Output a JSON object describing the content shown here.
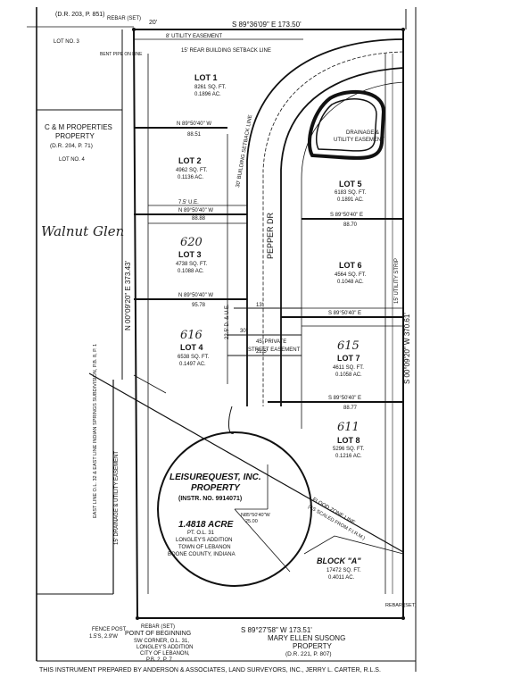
{
  "header": {
    "top_ref": "(D.R. 203, P. 851)",
    "rebar_top": "REBAR (SET)",
    "dim_20": "20'",
    "top_bearing": "S 89°36'09\" E 173.50'",
    "lot_3": "LOT NO. 3",
    "bent_pipe": "BENT PIPE ON LINE",
    "util_easement_top": "8' UTILITY EASEMENT",
    "rear_setback_top": "15' REAR BUILDING SETBACK LINE"
  },
  "neighbors": {
    "cm_owner": "C & M PROPERTIES",
    "cm_prop": "PROPERTY",
    "cm_ref": "(D.R. 204, P. 71)",
    "lot_4": "LOT NO. 4",
    "walnut_glen": "Walnut Glen",
    "susong_owner": "MARY ELLEN SUSONG",
    "susong_prop": "PROPERTY",
    "susong_ref": "(D.R. 221, P. 807)"
  },
  "lots": [
    {
      "name": "LOT 1",
      "area": "8261 SQ. FT.",
      "acres": "0.1896 AC."
    },
    {
      "name": "LOT 2",
      "area": "4962 SQ. FT.",
      "acres": "0.1136 AC."
    },
    {
      "name": "LOT 3",
      "area": "4738 SQ. FT.",
      "acres": "0.1088 AC."
    },
    {
      "name": "LOT 4",
      "area": "6538 SQ. FT.",
      "acres": "0.1497 AC."
    },
    {
      "name": "LOT 5",
      "area": "6183 SQ. FT.",
      "acres": "0.1891 AC."
    },
    {
      "name": "LOT 6",
      "area": "4564 SQ. FT.",
      "acres": "0.1048 AC."
    },
    {
      "name": "LOT 7",
      "area": "4611 SQ. FT.",
      "acres": "0.1058 AC."
    },
    {
      "name": "LOT 8",
      "area": "5296 SQ. FT.",
      "acres": "0.1216 AC."
    }
  ],
  "handwritten": {
    "n620": "620",
    "n616": "616",
    "n615": "615",
    "n611": "611"
  },
  "bearings": {
    "lot1_2": "N 89°50'40\" W",
    "lot1_2_dist": "88.51",
    "lot2_3": "N 89°50'40\" W",
    "lot2_3_dist": "88.88",
    "lot3_4": "N 89°50'40\" W",
    "lot3_4_dist": "95.78",
    "lot5_6": "S 89°50'40\" E",
    "lot5_6_dist": "88.70",
    "lot6_7": "S 89°50'40\" E",
    "lot7_8": "S 89°50'40\" E",
    "lot7_8_dist": "88.77",
    "west_line": "N 00°09'20\" E 373.43'",
    "east_line": "S 00°09'20\" W 370.61'",
    "bottom_line": "S 89°27'58\" W 173.51'",
    "radius_bearing": "N85°50'40\"W",
    "radius_dist": "25.00"
  },
  "labels": {
    "drainage_1": "DRAINAGE &",
    "drainage_2": "UTILITY EASEMENT",
    "pepper_dr": "PEPPER DR",
    "private_easement_1": "45' PRIVATE",
    "private_easement_2": "STREET EASEMENT",
    "front_setback": "30' BUILDING SETBACK LINE",
    "util_strip": "15' UTILITY STRIP",
    "drainage_strip": "15' DRAINAGE & UTILITY EASEMENT",
    "east_line_note": "EAST LINE O.L. 32 & EAST LINE INDIAN SPRINGS SUBDIVISION, P.B. 8, P. 1",
    "flood_1": "FLOOD ZONE LINE",
    "flood_2": "(AS SCALED FROM F.I.R.M.)",
    "ue_75": "7.5' U.E.",
    "ue_225": "22.5' D. & U.E.",
    "dim_30": "30'",
    "dim_225": "22.5'",
    "dim_13": "13'"
  },
  "main_parcel": {
    "owner": "LEISUREQUEST, INC.",
    "prop": "PROPERTY",
    "instr": "(INSTR. NO. 9914071)",
    "acres": "1.4818 ACRE",
    "part": "PT. O.L. 31",
    "addition": "LONGLEY'S ADDITION",
    "town": "TOWN OF LEBANON",
    "county": "BOONE COUNTY, INDIANA"
  },
  "block_a": {
    "name": "BLOCK \"A\"",
    "area": "17472 SQ. FT.",
    "acres": "0.4011 AC."
  },
  "corners": {
    "rebar_bottom": "REBAR (SET)",
    "fence_post_1": "FENCE POST",
    "fence_post_2": "1.5'S, 2.9'W",
    "rebar_set": "REBAR (SET)",
    "pob_1": "POINT OF BEGINNING",
    "pob_2": "SW CORNER, O.L. 31,",
    "pob_3": "LONGLEY'S ADDITION",
    "pob_4": "CITY OF LEBANON,",
    "pob_5": "P.B. 2, P. 7"
  },
  "footer": "THIS INSTRUMENT PREPARED BY ANDERSON & ASSOCIATES, LAND SURVEYORS, INC., JERRY L. CARTER, R.L.S."
}
